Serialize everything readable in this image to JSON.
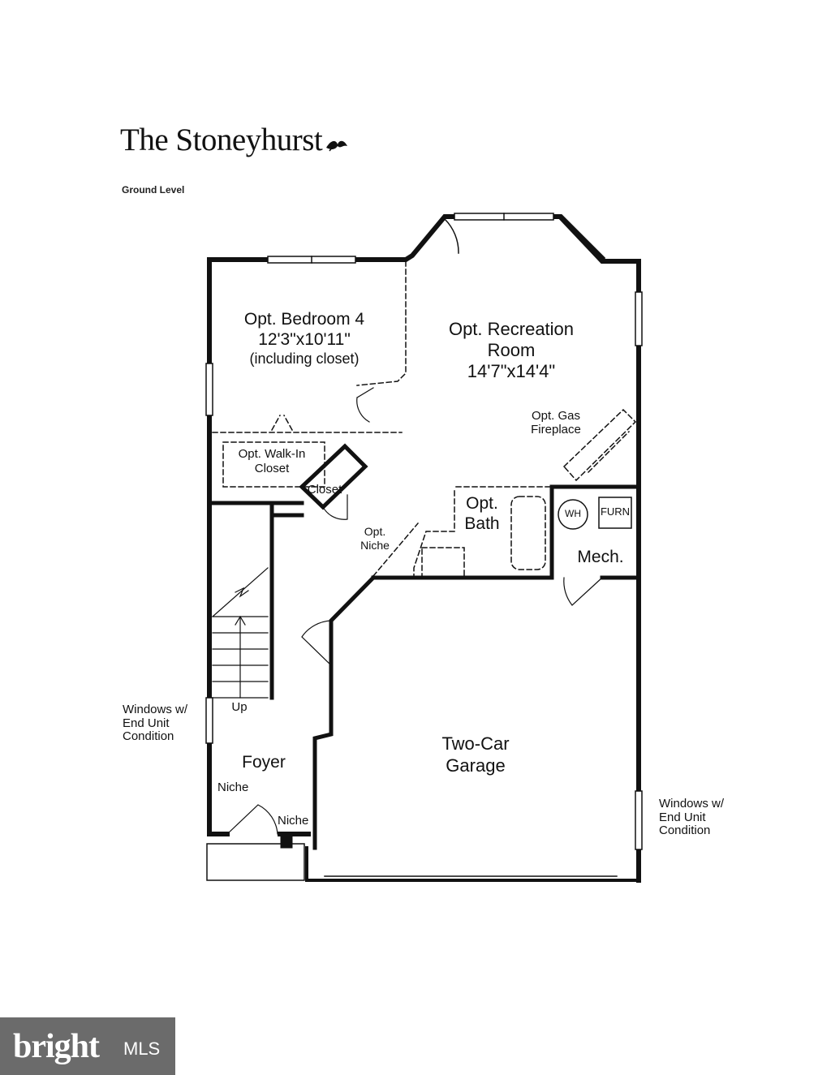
{
  "header": {
    "title": "The Stoneyhurst",
    "level": "Ground Level"
  },
  "rooms": {
    "bedroom_name": "Opt. Bedroom 4",
    "bedroom_size": "12'3\"x10'11\"",
    "bedroom_note": "(including closet)",
    "rec_name_1": "Opt. Recreation",
    "rec_name_2": "Room",
    "rec_size": "14'7\"x14'4\"",
    "fireplace_1": "Opt. Gas",
    "fireplace_2": "Fireplace",
    "walkin_1": "Opt. Walk-In",
    "walkin_2": "Closet",
    "closet": "Closet",
    "bath_1": "Opt.",
    "bath_2": "Bath",
    "wh": "WH",
    "furn": "FURN",
    "mech": "Mech.",
    "opt_niche_1": "Opt.",
    "opt_niche_2": "Niche",
    "up": "Up",
    "foyer": "Foyer",
    "niche_left": "Niche",
    "niche_right": "Niche",
    "garage_1": "Two-Car",
    "garage_2": "Garage"
  },
  "notes": {
    "left_1": "Windows w/",
    "left_2": "End Unit",
    "left_3": "Condition",
    "right_1": "Windows w/",
    "right_2": "End Unit",
    "right_3": "Condition"
  },
  "badge": {
    "brand": "bright",
    "suffix": "MLS"
  },
  "icons": [
    "leaf-icon"
  ],
  "colors": {
    "ink": "#111111",
    "badge_bg": "#6b6b6b"
  }
}
